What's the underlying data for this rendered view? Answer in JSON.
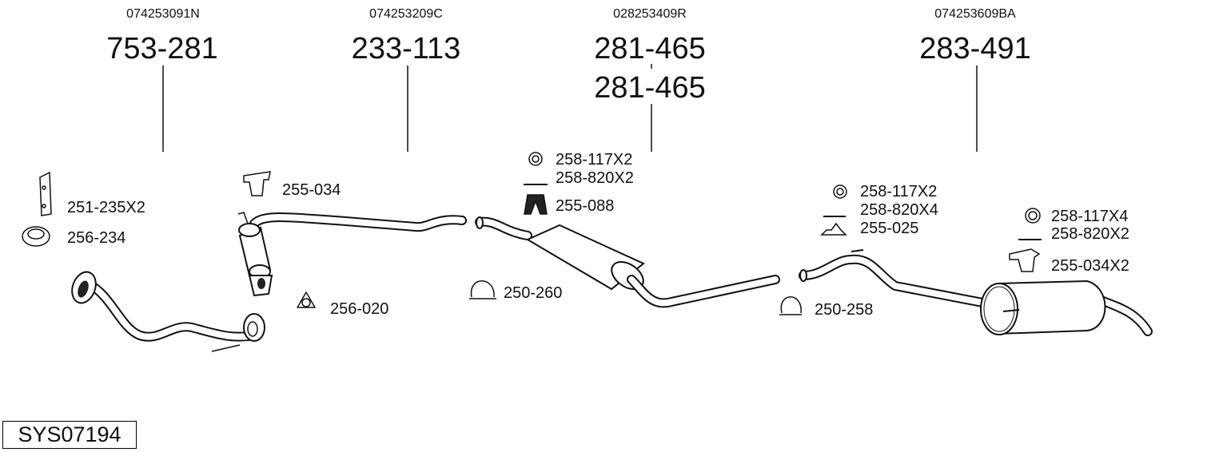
{
  "diagram_id": "SYS07194",
  "columns": [
    {
      "oe_number": "074253091N",
      "part_numbers": [
        "753-281"
      ]
    },
    {
      "oe_number": "074253209C",
      "part_numbers": [
        "233-113"
      ]
    },
    {
      "oe_number": "028253409R",
      "part_numbers": [
        "281-465",
        "281-465"
      ]
    },
    {
      "oe_number": "074253609BA",
      "part_numbers": [
        "283-491"
      ]
    }
  ],
  "accessories": [
    {
      "label": "251-235X2",
      "icon": "bracket-icon"
    },
    {
      "label": "256-234",
      "icon": "seal-ring-icon"
    },
    {
      "label": "255-034",
      "icon": "rubber-hanger-icon"
    },
    {
      "label": "256-020",
      "icon": "flange-gasket-icon"
    },
    {
      "label": "258-117X2",
      "icon": "washer-icon"
    },
    {
      "label": "258-820X2",
      "icon": "bolt-icon"
    },
    {
      "label": "255-088",
      "icon": "rubber-mount-icon"
    },
    {
      "label": "250-260",
      "icon": "pipe-clamp-icon"
    },
    {
      "label": "258-117X2",
      "icon": "washer-icon"
    },
    {
      "label": "258-820X4",
      "icon": "bolt-icon"
    },
    {
      "label": "255-025",
      "icon": "mounting-bracket-icon"
    },
    {
      "label": "250-258",
      "icon": "pipe-clamp-icon"
    },
    {
      "label": "258-117X4",
      "icon": "washer-icon"
    },
    {
      "label": "258-820X2",
      "icon": "bolt-icon"
    },
    {
      "label": "255-034X2",
      "icon": "rubber-hanger-icon"
    }
  ]
}
